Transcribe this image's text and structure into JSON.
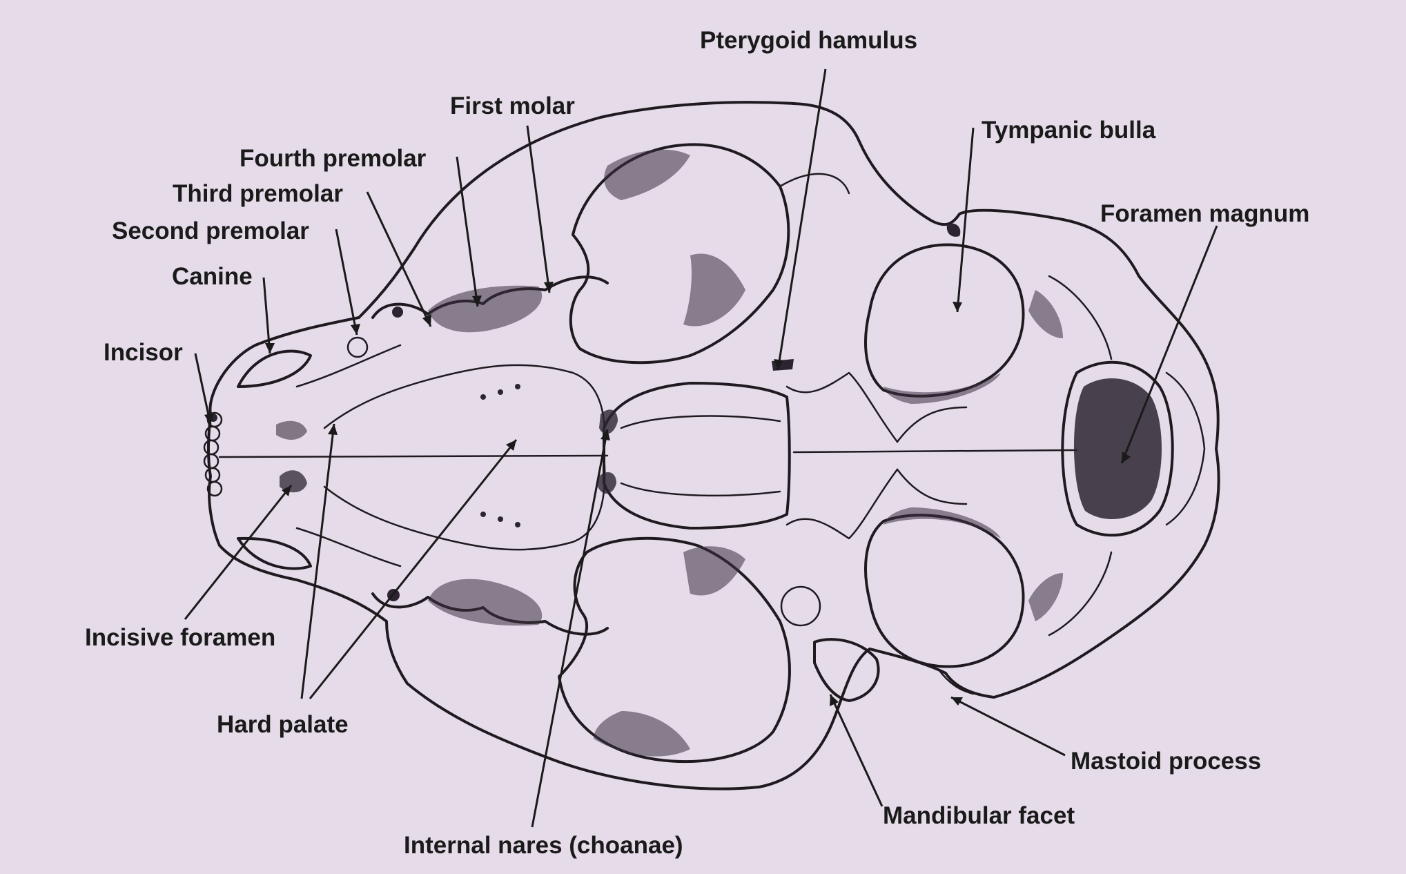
{
  "labels": {
    "pterygoid_hamulus": "Pterygoid hamulus",
    "first_molar": "First molar",
    "tympanic_bulla": "Tympanic bulla",
    "fourth_premolar": "Fourth premolar",
    "third_premolar": "Third premolar",
    "foramen_magnum": "Foramen magnum",
    "second_premolar": "Second premolar",
    "canine": "Canine",
    "incisor": "Incisor",
    "incisive_foramen": "Incisive foramen",
    "hard_palate": "Hard palate",
    "mastoid_process": "Mastoid process",
    "mandibular_facet": "Mandibular facet",
    "internal_nares": "Internal nares (choanae)"
  },
  "colors": {
    "paper": "#e6dbe9",
    "ink": "#1f1a1f"
  }
}
